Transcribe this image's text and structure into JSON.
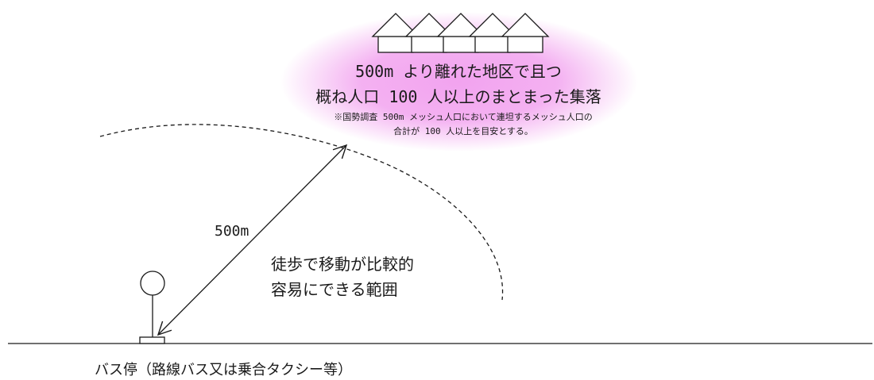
{
  "colors": {
    "stroke": "#1a1a1a",
    "highlight": "#f2a3ef",
    "background": "#ffffff"
  },
  "settlement": {
    "icon": "row-of-houses-icon",
    "house_count": 5,
    "title_line1": "500m より離れた地区で且つ",
    "title_line2": "概ね人口 100 人以上のまとまった集落",
    "note_line1": "※国勢調査 500m メッシュ人口において連坦するメッシュ人口の",
    "note_line2": "合計が 100 人以上を目安とする。"
  },
  "distance": {
    "label": "500m"
  },
  "walking_area": {
    "line1": "徒歩で移動が比較的",
    "line2": "容易にできる範囲"
  },
  "bus_stop": {
    "icon": "bus-stop-sign-icon",
    "caption": "バス停（路線バス又は乗合タクシー等）"
  }
}
